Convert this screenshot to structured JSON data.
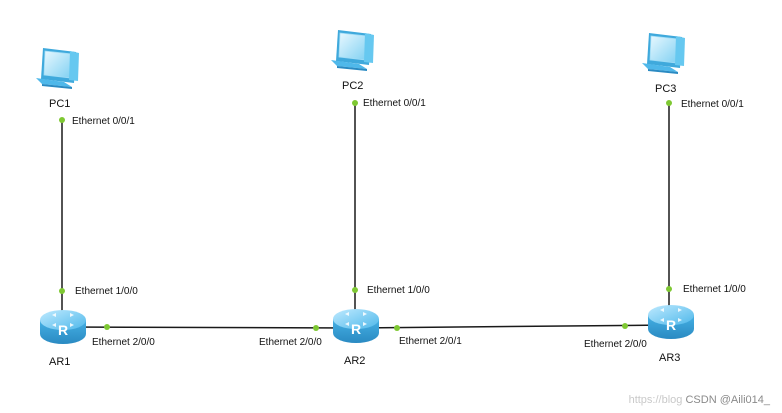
{
  "devices": {
    "pc1": {
      "label": "PC1"
    },
    "pc2": {
      "label": "PC2"
    },
    "pc3": {
      "label": "PC3"
    },
    "ar1": {
      "label": "AR1",
      "icon_letter": "R"
    },
    "ar2": {
      "label": "AR2",
      "icon_letter": "R"
    },
    "ar3": {
      "label": "AR3",
      "icon_letter": "R"
    }
  },
  "ports": {
    "pc1_eth": "Ethernet 0/0/1",
    "pc2_eth": "Ethernet 0/0/1",
    "pc3_eth": "Ethernet 0/0/1",
    "ar1_up": "Ethernet 1/0/0",
    "ar2_up": "Ethernet 1/0/0",
    "ar3_up": "Ethernet 1/0/0",
    "ar1_right": "Ethernet 2/0/0",
    "ar2_left": "Ethernet 2/0/0",
    "ar2_right": "Ethernet 2/0/1",
    "ar3_left": "Ethernet 2/0/0"
  },
  "watermark": {
    "faint": "https://blog",
    "text": "CSDN @Aili014_"
  },
  "colors": {
    "link": "#1a1a1a",
    "port_dot": "#7ec832",
    "device_blue": "#5cc3ee",
    "device_dark": "#2b8fc4"
  },
  "icons": {
    "pc": "pc-monitor-icon",
    "router": "router-icon"
  }
}
